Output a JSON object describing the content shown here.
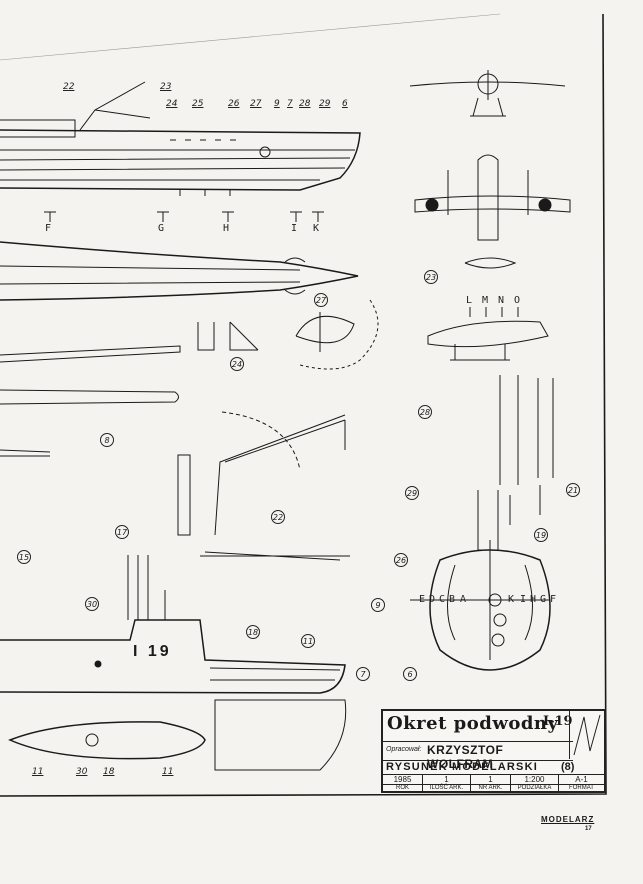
{
  "title_block": {
    "title": "Okret podwodny",
    "title_mark": "I-19",
    "author_label": "Opracował:",
    "author": "KRZYSZTOF WOLFRAM",
    "series": "RYSUNEK MODELARSKI",
    "issue": "(8)",
    "year": "1985",
    "year_label": "ROK",
    "sheets": "1",
    "sheets_label": "ILOŚĆ ARK.",
    "sheet_no": "1",
    "sheet_no_label": "NR ARK.",
    "scale": "1:200",
    "scale_label": "PODZIAŁKA",
    "format": "A-1",
    "format_label": "FORMAT"
  },
  "part_labels": [
    "22",
    "23",
    "24",
    "25",
    "26",
    "27",
    "9",
    "7",
    "28",
    "29",
    "6"
  ],
  "section_marks": [
    "F",
    "G",
    "H",
    "I",
    "K"
  ],
  "plane_section_marks": [
    "L",
    "M",
    "N",
    "O"
  ],
  "sf_labels": [
    "E",
    "D",
    "C",
    "B",
    "A",
    "K",
    "I",
    "H",
    "G",
    "F"
  ],
  "fig_numbers": [
    "23",
    "27",
    "24",
    "8",
    "28",
    "29",
    "21",
    "17",
    "22",
    "19",
    "15",
    "26",
    "30",
    "9",
    "18",
    "11",
    "7",
    "6",
    "11",
    "30",
    "18",
    "11"
  ],
  "hull_number": "I 19",
  "footer": {
    "magazine": "MODELARZ",
    "page": "17"
  }
}
